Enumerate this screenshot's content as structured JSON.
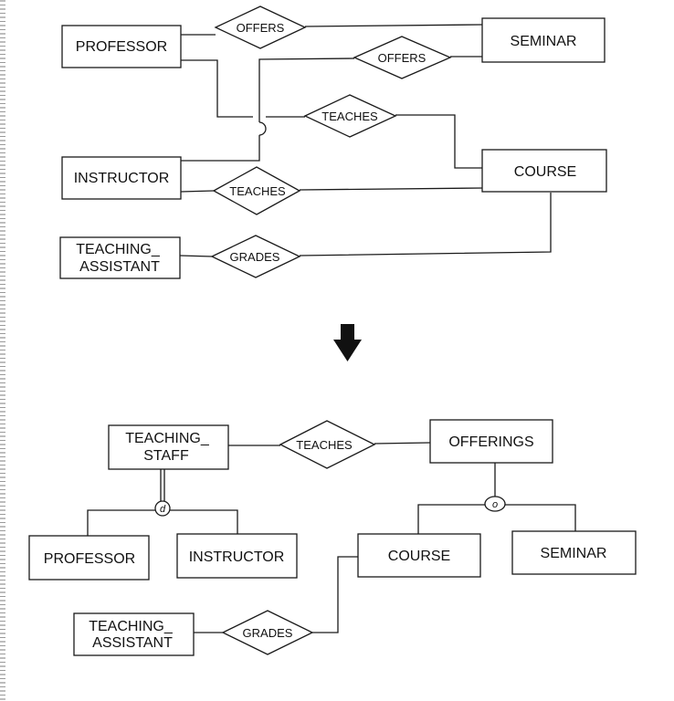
{
  "top_diagram": {
    "entities": {
      "professor": "PROFESSOR",
      "seminar": "SEMINAR",
      "instructor": "INSTRUCTOR",
      "course": "COURSE",
      "ta_line1": "TEACHING_",
      "ta_line2": "ASSISTANT"
    },
    "relationships": {
      "offers_1": "OFFERS",
      "offers_2": "OFFERS",
      "teaches_1": "TEACHES",
      "teaches_2": "TEACHES",
      "grades": "GRADES"
    }
  },
  "bottom_diagram": {
    "entities": {
      "staff_line1": "TEACHING_",
      "staff_line2": "STAFF",
      "offerings": "OFFERINGS",
      "professor": "PROFESSOR",
      "instructor": "INSTRUCTOR",
      "course": "COURSE",
      "seminar": "SEMINAR",
      "ta_line1": "TEACHING_",
      "ta_line2": "ASSISTANT"
    },
    "relationships": {
      "teaches": "TEACHES",
      "grades": "GRADES"
    },
    "specializations": {
      "staff_marker": "d",
      "offerings_marker": "o"
    }
  },
  "colors": {
    "ink": "#1a1a1a",
    "background": "#ffffff"
  },
  "icons": {
    "transform_arrow": "down-arrow-icon"
  }
}
